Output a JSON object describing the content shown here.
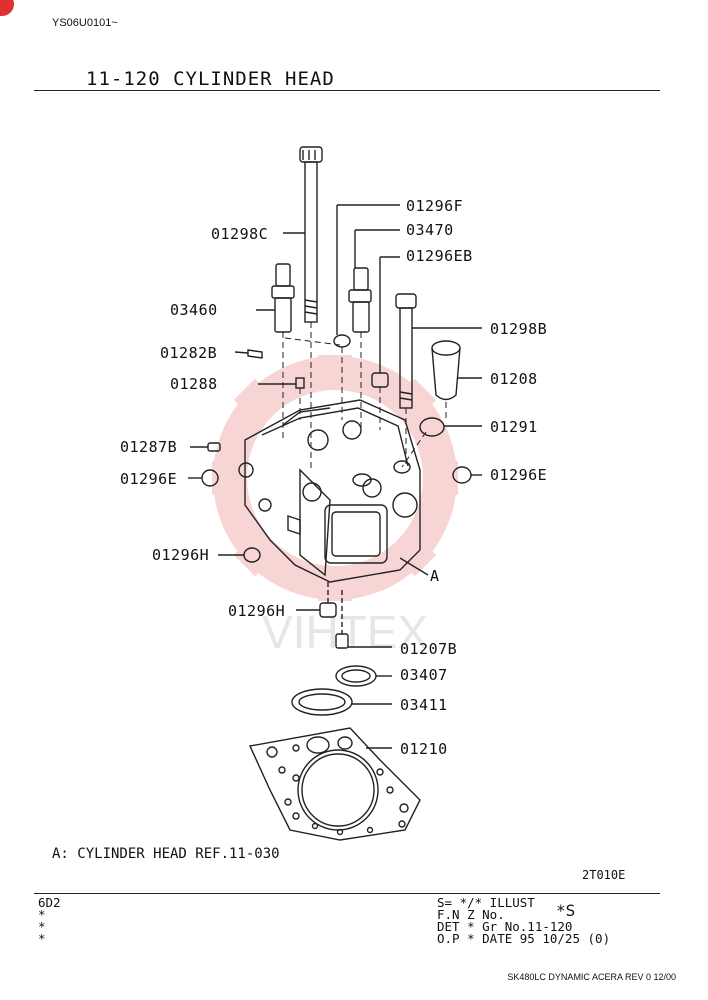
{
  "header": {
    "doc_id": "YS06U0101~",
    "title": "11-120  CYLINDER HEAD"
  },
  "labels": [
    {
      "id": "01296F",
      "text": "01296F"
    },
    {
      "id": "01298C",
      "text": "01298C"
    },
    {
      "id": "03470",
      "text": "03470"
    },
    {
      "id": "01296EB",
      "text": "01296EB"
    },
    {
      "id": "03460",
      "text": "03460"
    },
    {
      "id": "01298B",
      "text": "01298B"
    },
    {
      "id": "01282B",
      "text": "01282B"
    },
    {
      "id": "01208",
      "text": "01208"
    },
    {
      "id": "01288",
      "text": "01288"
    },
    {
      "id": "01291",
      "text": "01291"
    },
    {
      "id": "01287B",
      "text": "01287B"
    },
    {
      "id": "01296E-left",
      "text": "01296E"
    },
    {
      "id": "01296E-right",
      "text": "01296E"
    },
    {
      "id": "01296H-left",
      "text": "01296H"
    },
    {
      "id": "A",
      "text": "A"
    },
    {
      "id": "01296H-bottom",
      "text": "01296H"
    },
    {
      "id": "01207B",
      "text": "01207B"
    },
    {
      "id": "03407",
      "text": "03407"
    },
    {
      "id": "03411",
      "text": "03411"
    },
    {
      "id": "01210",
      "text": "01210"
    }
  ],
  "note": "A: CYLINDER HEAD REF.11-030",
  "drawing_code": "2T010E",
  "footer": {
    "left_lines": [
      "6D2",
      "*",
      "*",
      "*"
    ],
    "right_lines": [
      "S= */*  ILLUST",
      "F.N Z       No.",
      "DET *    Gr No.11-120",
      "O.P *     DATE 95 10/25  (0)"
    ],
    "illust_no": "*S",
    "model": "SK480LC DYNAMIC ACERA REV 0 12/00"
  },
  "watermark": {
    "text": "VIHTEX",
    "color": "#f2b8b8"
  }
}
